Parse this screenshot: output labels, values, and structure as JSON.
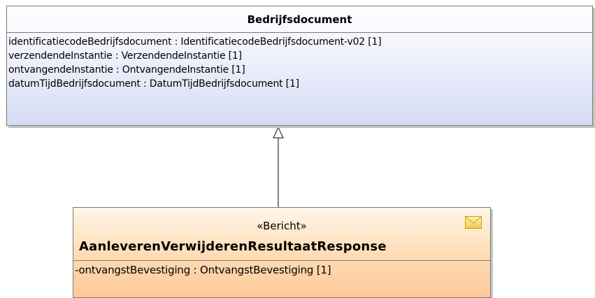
{
  "base_class": {
    "name": "Bedrijfsdocument",
    "attributes": [
      {
        "name": "identificatiecodeBedrijfsdocument",
        "type": " : IdentificatiecodeBedrijfsdocument-v02 [1]"
      },
      {
        "name": "verzendendeInstantie",
        "type": " : VerzendendeInstantie [1]"
      },
      {
        "name": "ontvangendeInstantie",
        "type": " : OntvangendeInstantie [1]"
      },
      {
        "name": "datumTijdBedrijfsdocument",
        "type": " : DatumTijdBedrijfsdocument [1]"
      }
    ]
  },
  "sub_class": {
    "stereotype": "«Bericht»",
    "name": "AanleverenVerwijderenResultaatResponse",
    "icon": "envelope-icon",
    "attributes": [
      {
        "name": "-ontvangstBevestiging",
        "type": " : OntvangstBevestiging [1]"
      }
    ]
  },
  "relation": {
    "type": "generalization",
    "from": "AanleverenVerwijderenResultaatResponse",
    "to": "Bedrijfsdocument"
  },
  "colors": {
    "base_fill": "#d6dbf4",
    "sub_fill": "#fdc89a",
    "border": "#7a7a7a"
  }
}
